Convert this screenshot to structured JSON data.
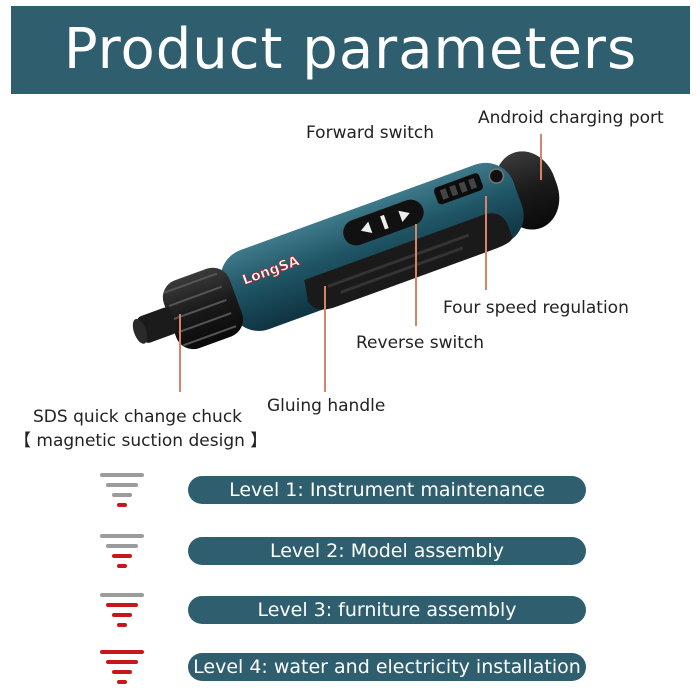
{
  "header": {
    "title": "Product parameters"
  },
  "brand": {
    "logo_text": "LongSA"
  },
  "callouts": {
    "forward_switch": "Forward switch",
    "charging_port": "Android charging port",
    "speed_regulation": "Four speed regulation",
    "reverse_switch": "Reverse switch",
    "gluing_handle": "Gluing handle",
    "chuck_line1": "SDS quick change chuck",
    "chuck_line2": "【 magnetic suction design 】"
  },
  "levels": [
    {
      "label": "Level 1: Instrument maintenance",
      "active_bars": 1
    },
    {
      "label": "Level 2: Model assembly",
      "active_bars": 2
    },
    {
      "label": "Level 3: furniture assembly",
      "active_bars": 3
    },
    {
      "label": "Level 4: water and electricity installation",
      "active_bars": 4
    }
  ],
  "colors": {
    "accent": "#2f5f6f",
    "active_bar": "#c8161d",
    "inactive_bar": "#9c9c9c",
    "leader_line": "#d9826a"
  }
}
